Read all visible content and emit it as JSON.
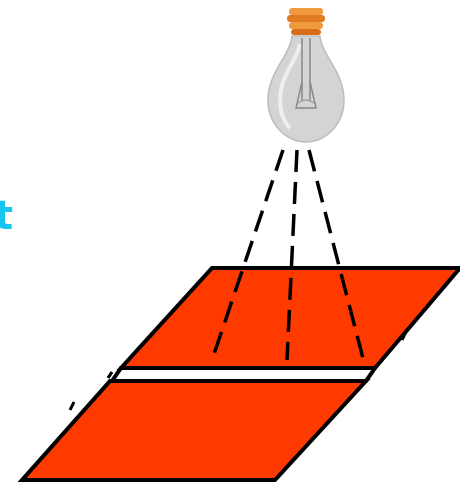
{
  "edge_glyph": "t",
  "colors": {
    "panel_fill": "#ff3a00",
    "outline": "#000000",
    "edge_glyph": "#16c6ee",
    "bulb_glass": "#d2d2d2",
    "bulb_base": "#e8802a"
  },
  "icons": {
    "bulb": "light-bulb-icon"
  },
  "scene": {
    "panels": 2,
    "light_rays": 3,
    "ray_style": "dashed"
  }
}
